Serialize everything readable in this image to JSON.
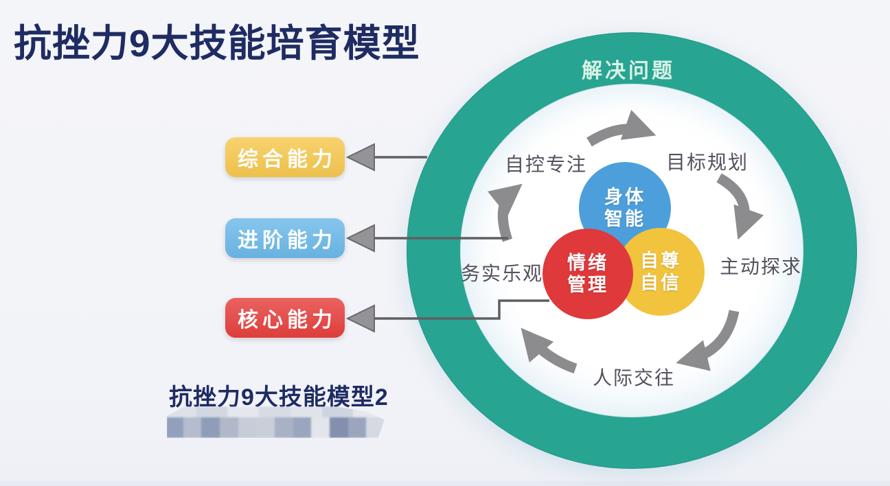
{
  "title": "抗挫力9大技能培育模型",
  "caption": "抗挫力9大技能模型2",
  "ring": {
    "label": "解决问题",
    "color": "#28a492"
  },
  "cycle": [
    "自控专注",
    "目标规划",
    "主动探求",
    "人际交往",
    "务实乐观"
  ],
  "core_circles": [
    {
      "id": "physical-intelligence",
      "line1": "身体",
      "line2": "智能",
      "color": "#4d9fdb"
    },
    {
      "id": "self-esteem-confidence",
      "line1": "自尊",
      "line2": "自信",
      "color": "#f2c33d"
    },
    {
      "id": "emotion-management",
      "line1": "情绪",
      "line2": "管理",
      "color": "#df393b"
    }
  ],
  "capabilities": [
    {
      "id": "comprehensive",
      "label": "综合能力",
      "color": "#f6c84f"
    },
    {
      "id": "advanced",
      "label": "进阶能力",
      "color": "#6cb9e9"
    },
    {
      "id": "core",
      "label": "核心能力",
      "color": "#e6403d"
    }
  ],
  "colors": {
    "background": "#f3f4f8",
    "title_text": "#1f2c63",
    "ring_teal": "#28a492",
    "ring_label_text": "#d9f2e6",
    "cycle_label_text": "#55515e",
    "arrow_gray": "#8c8c8f",
    "line_gray": "#5f5f63"
  },
  "watermark": {
    "top_row_colors": [
      "#dde1e9",
      "#d2d7e1",
      "#e4e7ed",
      "#d6dbe4",
      "#e0e3ea",
      "#cfd5e0",
      "#e6e8ee"
    ],
    "bottom_row_colors": [
      "#93a0bb",
      "#b4bccd",
      "#8f9db9",
      "#b0b8ca",
      "#c6ccd8",
      "#c9ced9",
      "#a9b2c5",
      "#9aa6bf",
      "#e2e5ec",
      "#8290ae",
      "#9ba6be",
      "#d5d9e2"
    ]
  }
}
